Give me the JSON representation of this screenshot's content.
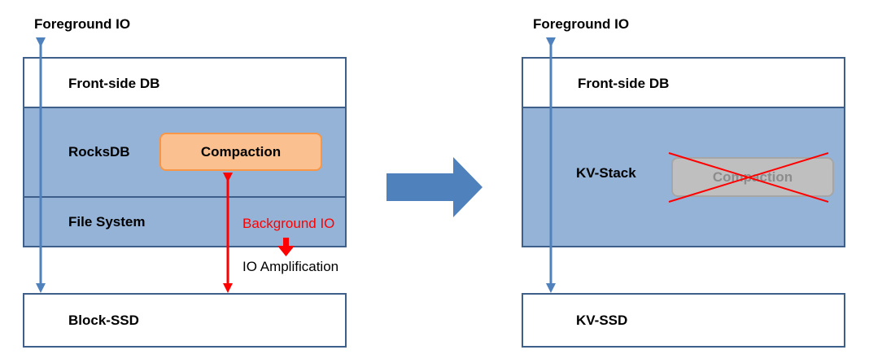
{
  "left": {
    "foreground_io": "Foreground IO",
    "front_side_db": "Front-side DB",
    "rocksdb": "RocksDB",
    "compaction": "Compaction",
    "file_system": "File System",
    "background_io": "Background IO",
    "io_amplification": "IO Amplification",
    "block_ssd": "Block-SSD"
  },
  "right": {
    "foreground_io": "Foreground IO",
    "front_side_db": "Front-side DB",
    "kv_stack": "KV-Stack",
    "compaction": "Compaction",
    "kv_ssd": "KV-SSD"
  },
  "colors": {
    "layer_blue": "#95b3d7",
    "border_navy": "#3e5f8a",
    "arrow_blue": "#4f81bd",
    "compaction_fill": "#fac090",
    "compaction_border": "#f79646",
    "red": "#ff0000",
    "disabled_gray": "#bfbfbf"
  }
}
